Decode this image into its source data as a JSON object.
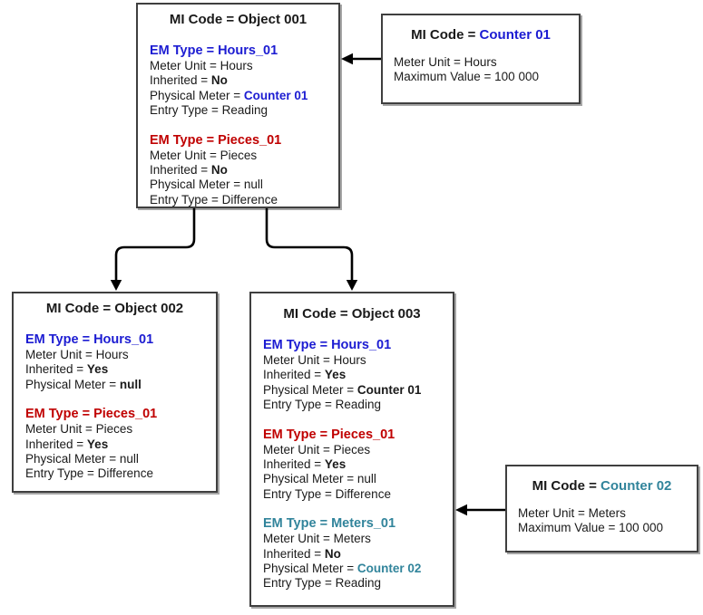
{
  "colors": {
    "blue": "#1C1CD2",
    "red": "#C00000",
    "teal": "#31849B"
  },
  "boxes": {
    "object1": {
      "title": "MI Code = Object 001",
      "sections": [
        {
          "header": "EM Type = Hours_01",
          "color": "blue",
          "lines": [
            {
              "prefix": "Meter Unit = Hours"
            },
            {
              "prefix": "Inherited = ",
              "value": "No"
            },
            {
              "prefix": "Physical Meter = ",
              "value": "Counter 01"
            },
            {
              "prefix": "Entry Type = Reading"
            }
          ]
        },
        {
          "header": "EM Type = Pieces_01",
          "color": "red",
          "lines": [
            {
              "prefix": "Meter Unit = Pieces"
            },
            {
              "prefix": "Inherited = ",
              "value": "No"
            },
            {
              "prefix": "Physical Meter = null"
            },
            {
              "prefix": "Entry Type = Difference"
            }
          ]
        }
      ]
    },
    "object2": {
      "title": "MI Code = Object 002",
      "sections": [
        {
          "header": "EM Type = Hours_01",
          "color": "blue",
          "lines": [
            {
              "prefix": "Meter Unit = Hours"
            },
            {
              "prefix": "Inherited = ",
              "value": "Yes"
            },
            {
              "prefix": "Physical Meter = ",
              "value": "null"
            }
          ]
        },
        {
          "header": "EM Type = Pieces_01",
          "color": "red",
          "lines": [
            {
              "prefix": "Meter Unit = Pieces"
            },
            {
              "prefix": "Inherited = ",
              "value": "Yes"
            },
            {
              "prefix": "Physical Meter = null"
            },
            {
              "prefix": "Entry Type = Difference"
            }
          ]
        }
      ]
    },
    "object3": {
      "title": "MI Code = Object 003",
      "sections": [
        {
          "header": "EM Type = Hours_01",
          "color": "blue",
          "lines": [
            {
              "prefix": "Meter Unit = Hours"
            },
            {
              "prefix": "Inherited = ",
              "value": "Yes"
            },
            {
              "prefix": "Physical Meter = ",
              "value": "Counter 01"
            },
            {
              "prefix": "Entry Type = Reading"
            }
          ]
        },
        {
          "header": "EM Type = Pieces_01",
          "color": "red",
          "lines": [
            {
              "prefix": "Meter Unit = Pieces"
            },
            {
              "prefix": "Inherited = ",
              "value": "Yes"
            },
            {
              "prefix": "Physical Meter = null"
            },
            {
              "prefix": "Entry Type = Difference"
            }
          ]
        },
        {
          "header": "EM Type = Meters_01",
          "color": "teal",
          "lines": [
            {
              "prefix": "Meter Unit = Meters"
            },
            {
              "prefix": "Inherited = ",
              "value": "No"
            },
            {
              "prefix": "Physical Meter = ",
              "value": "Counter 02"
            },
            {
              "prefix": "Entry Type = Reading"
            }
          ]
        }
      ]
    },
    "counter1": {
      "title": {
        "prefix": "MI Code = ",
        "value": "Counter 01"
      },
      "lines": [
        {
          "prefix": "Meter Unit = Hours"
        },
        {
          "prefix": "Maximum Value = 100 000"
        }
      ]
    },
    "counter2": {
      "title": {
        "prefix": "MI Code = ",
        "value": "Counter 02"
      },
      "lines": [
        {
          "prefix": "Meter Unit = Meters"
        },
        {
          "prefix": "Maximum Value = 100 000"
        }
      ]
    }
  }
}
